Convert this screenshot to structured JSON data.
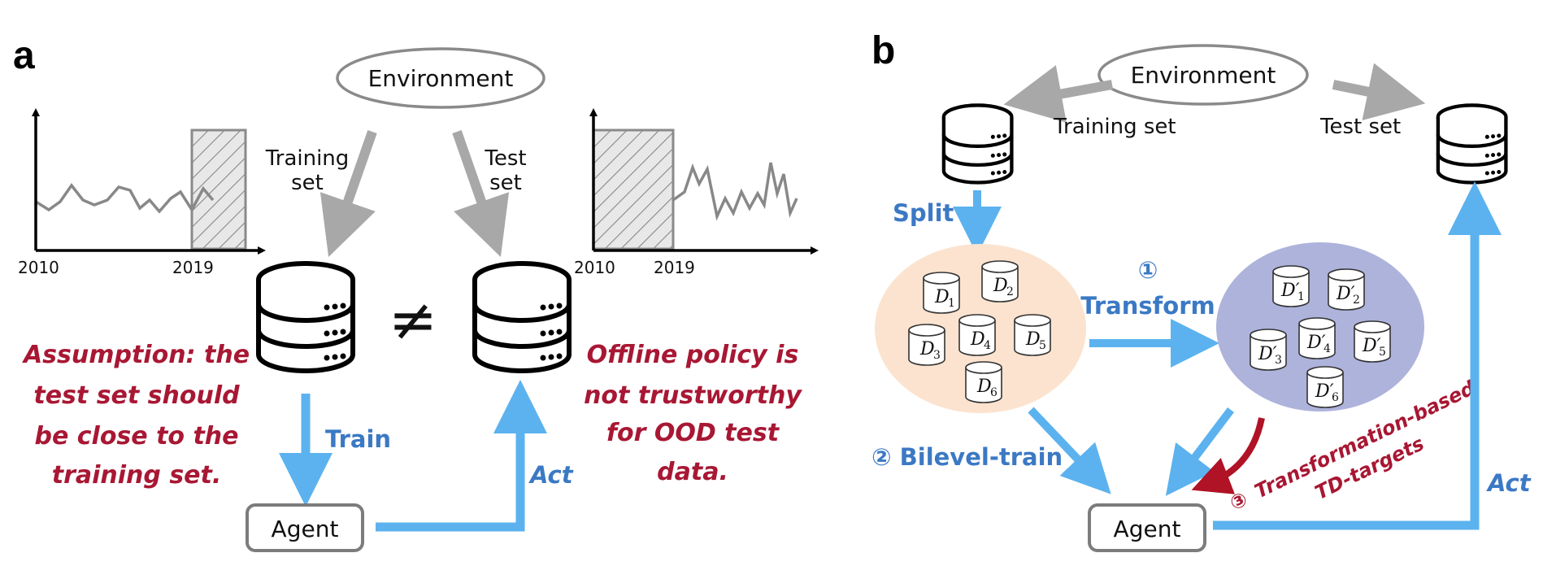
{
  "panel_a": {
    "letter": "a",
    "environment": "Environment",
    "training_set_line1": "Training",
    "training_set_line2": "set",
    "test_set_line1": "Test",
    "test_set_line2": "set",
    "not_equal": "≠",
    "train_label": "Train",
    "act_label": "Act",
    "agent": "Agent",
    "assumption_lines": [
      "Assumption: the",
      "test set should",
      "be close to the",
      "training set."
    ],
    "offline_lines": [
      "Offline policy is",
      "not trustworthy",
      "for OOD test",
      "data."
    ],
    "left_chart": {
      "x_start": "2010",
      "x_split": "2019"
    },
    "right_chart": {
      "x_start": "2010",
      "x_split": "2019"
    }
  },
  "panel_b": {
    "letter": "b",
    "environment": "Environment",
    "training_set": "Training set",
    "test_set": "Test set",
    "split_label": "Split",
    "step1_number": "①",
    "step1_label": "Transform",
    "step2_label": "② Bilevel-train",
    "step3_number": "③",
    "step3_line1": "Transformation-based",
    "step3_line2": "TD-targets",
    "act_label": "Act",
    "agent": "Agent",
    "datasets": [
      "D",
      "D",
      "D",
      "D",
      "D",
      "D"
    ],
    "dataset_subs": [
      "1",
      "2",
      "3",
      "4",
      "5",
      "6"
    ],
    "transformed_datasets": [
      "D′",
      "D′",
      "D′",
      "D′",
      "D′",
      "D′"
    ],
    "transformed_subs": [
      "1",
      "2",
      "3",
      "4",
      "5",
      "6"
    ]
  },
  "colors": {
    "blue_arrow": "#5cb2ee",
    "gray_arrow": "#a8a8a8",
    "red_text": "#a81733",
    "blue_text": "#3b79c4",
    "peach_blob": "#fbe3cf",
    "lavender_blob": "#aeb3dc",
    "dark_red_arrow": "#b01226"
  }
}
